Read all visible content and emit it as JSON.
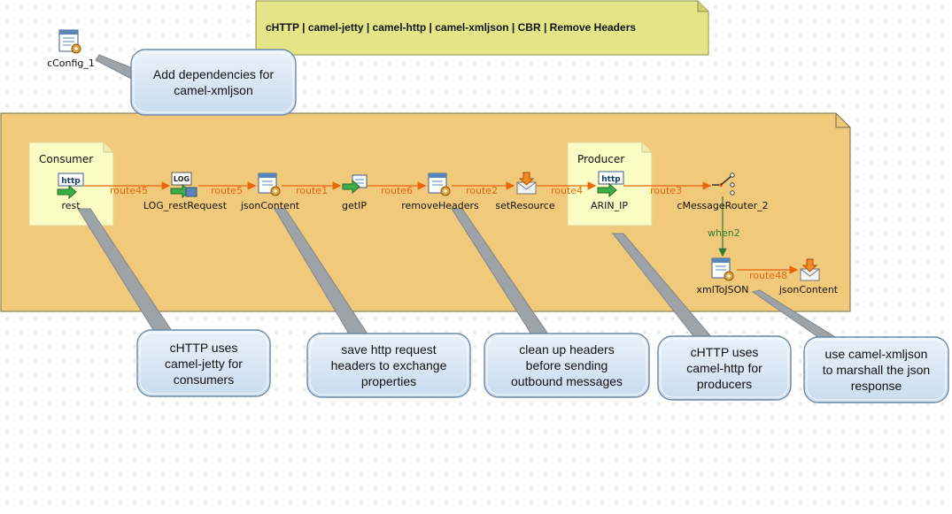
{
  "title_note": {
    "text": "cHTTP | camel-jetty | camel-http | camel-xmljson | CBR | Remove Headers"
  },
  "config": {
    "label": "cConfig_1"
  },
  "notes": {
    "consumer": "Consumer",
    "producer": "Producer"
  },
  "components": [
    {
      "id": "rest",
      "label": "rest",
      "icon": "http-consumer-icon"
    },
    {
      "id": "log",
      "label": "LOG_restRequest",
      "icon": "log-icon"
    },
    {
      "id": "jsonContent1",
      "label": "jsonContent",
      "icon": "processor-icon"
    },
    {
      "id": "getIP",
      "label": "getIP",
      "icon": "get-header-icon"
    },
    {
      "id": "removeHeaders",
      "label": "removeHeaders",
      "icon": "processor-icon"
    },
    {
      "id": "setResource",
      "label": "setResource",
      "icon": "set-body-icon"
    },
    {
      "id": "arin",
      "label": "ARIN_IP",
      "icon": "http-producer-icon"
    },
    {
      "id": "router",
      "label": "cMessageRouter_2",
      "icon": "router-icon"
    },
    {
      "id": "xmlToJSON",
      "label": "xmlToJSON",
      "icon": "processor-icon"
    },
    {
      "id": "jsonContent2",
      "label": "jsonContent",
      "icon": "set-body-icon"
    }
  ],
  "routes": [
    "route45",
    "route5",
    "route1",
    "route6",
    "route2",
    "route4",
    "route3",
    "when2",
    "route48"
  ],
  "bubbles": {
    "dependencies": [
      "Add dependencies for",
      "camel-xmljson"
    ],
    "consumer": [
      "cHTTP uses",
      "camel-jetty for",
      "consumers"
    ],
    "headers": [
      "save http request",
      "headers to exchange",
      "properties"
    ],
    "cleanup": [
      "clean up headers",
      "before sending",
      "outbound messages"
    ],
    "producer": [
      "cHTTP uses",
      "camel-http for",
      "producers"
    ],
    "marshal": [
      "use camel-xmljson",
      "to marshall the json",
      "response"
    ]
  },
  "colors": {
    "title_note": "#e3e587",
    "group": "#f0c97a",
    "note": "#fbfbc4",
    "route": "#e8660e",
    "when": "#2e7d32",
    "bubble": "#d7e5f3"
  }
}
